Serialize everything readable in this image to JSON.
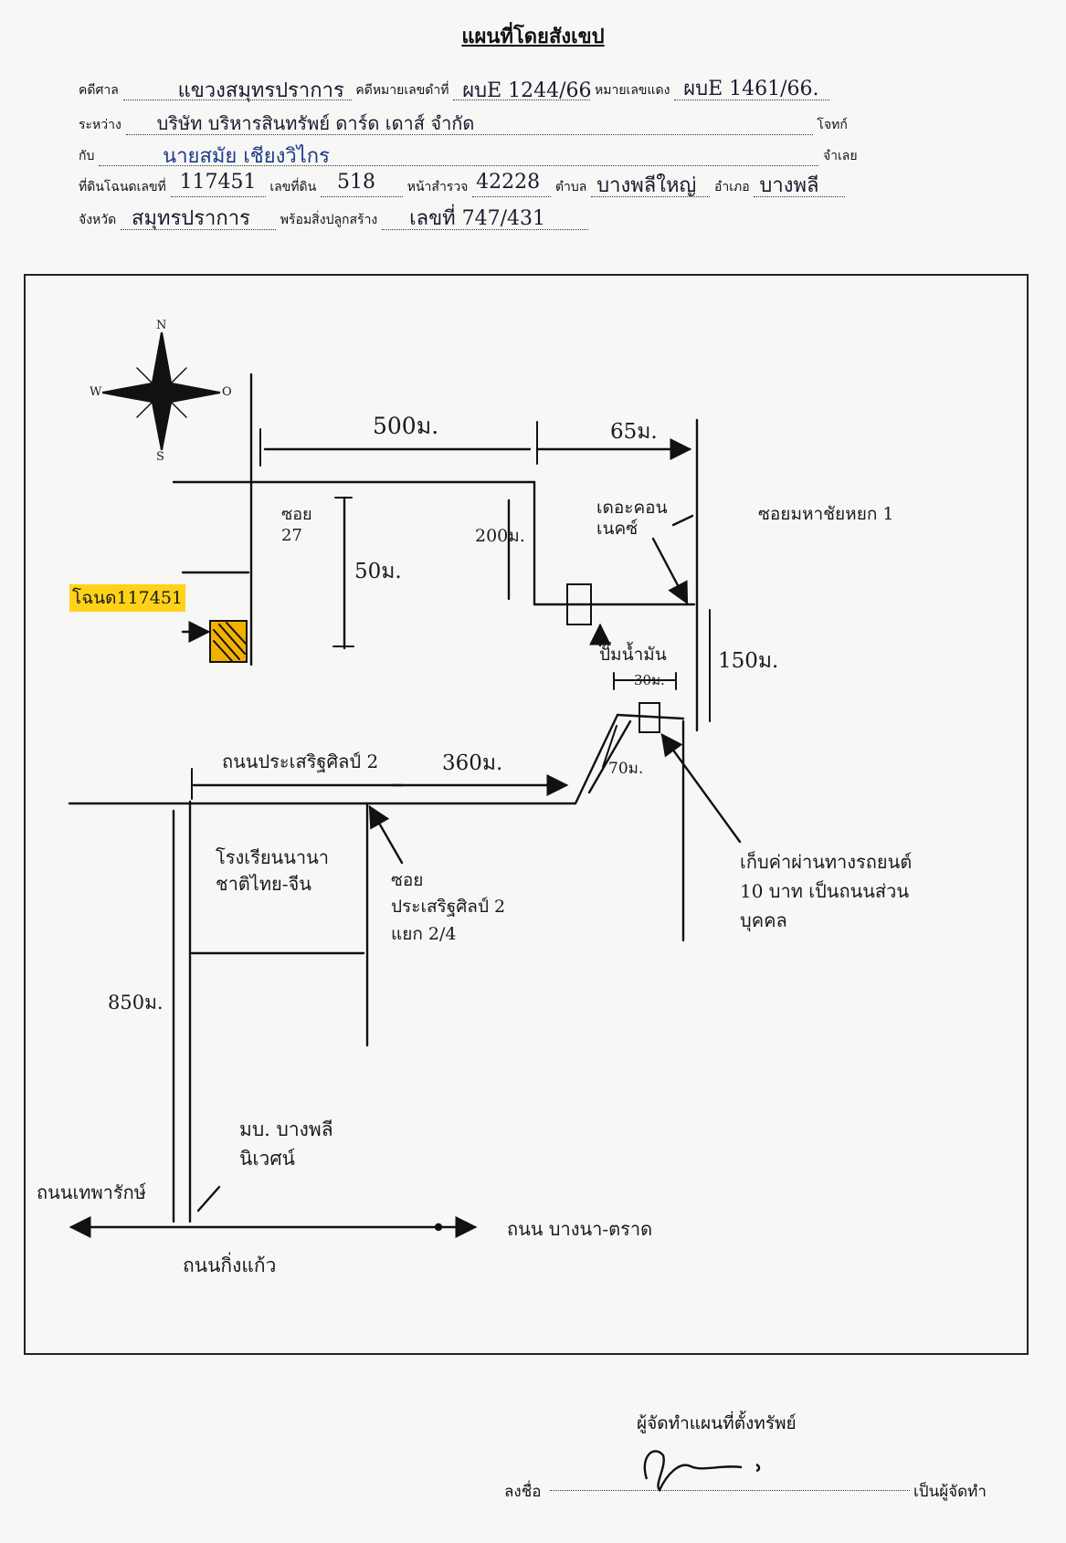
{
  "title": "แผนที่โดยสังเขป",
  "header": {
    "court_label": "คดีศาล",
    "court_value": "แขวงสมุทรปราการ",
    "black_case_label": "คดีหมายเลขดำที่",
    "black_case_value": "ผบE 1244/66",
    "red_case_label": "หมายเลขแดง",
    "red_case_value": "ผบE 1461/66.",
    "between_label": "ระหว่าง",
    "plaintiff_value": "บริษัท บริหารสินทรัพย์ ดาร์ด เดาส์ จำกัด",
    "plaintiff_label": "โจทก์",
    "with_label": "กับ",
    "defendant_value": "นายสมัย เชียงวิไกร",
    "defendant_label": "จำเลย",
    "deed_label": "ที่ดินโฉนดเลขที่",
    "deed_value": "117451",
    "land_no_label": "เลขที่ดิน",
    "land_no_value": "518",
    "survey_label": "หน้าสำรวจ",
    "survey_value": "42228",
    "tambon_label": "ตำบล",
    "tambon_value": "บางพลีใหญ่",
    "amphoe_label": "อำเภอ",
    "amphoe_value": "บางพลี",
    "province_label": "จังหวัด",
    "province_value": "สมุทรปราการ",
    "building_label": "พร้อมสิ่งปลูกสร้าง",
    "building_value": "เลขที่ 747/431"
  },
  "map": {
    "compass": {
      "n": "N",
      "s": "S",
      "w": "W",
      "e": "O"
    },
    "deed_label": "โฉนด117451",
    "dist_500": "500ม.",
    "dist_65": "65ม.",
    "soi_27": "ซอย\n27",
    "dist_50": "50ม.",
    "dist_200": "200ม.",
    "lotus": "เดอะคอน\nเนคซ์",
    "soi_main": "ซอยมหาชัยหยก 1",
    "gas_station": "ปั๊มน้ำมัน",
    "dist_150": "150ม.",
    "dist_30": "30ม.",
    "dist_70": "70ม.",
    "road_prasert": "ถนนประเสริฐศิลป์ 2",
    "dist_360": "360ม.",
    "school": "โรงเรียนนานา\nชาติไทย-จีน",
    "soi_prasert": "ซอย\nประเสริฐศิลป์ 2\nแยก 2/4",
    "toll_note": "เก็บค่าผ่านทางรถยนต์\n10 บาท เป็นถนนส่วน\nบุคคล",
    "dist_850": "850ม.",
    "village": "มบ. บางพลี\nนิเวศน์",
    "road_thepharak": "ถนนเทพารักษ์",
    "road_bangna": "ถนน บางนา-ตราด",
    "road_kingkaew": "ถนนกิ่งแก้ว"
  },
  "footer": {
    "maker_title": "ผู้จัดทำแผนที่ตั้งทรัพย์",
    "sign_label": "ลงชื่อ",
    "maker_label": "เป็นผู้จัดทำ"
  }
}
